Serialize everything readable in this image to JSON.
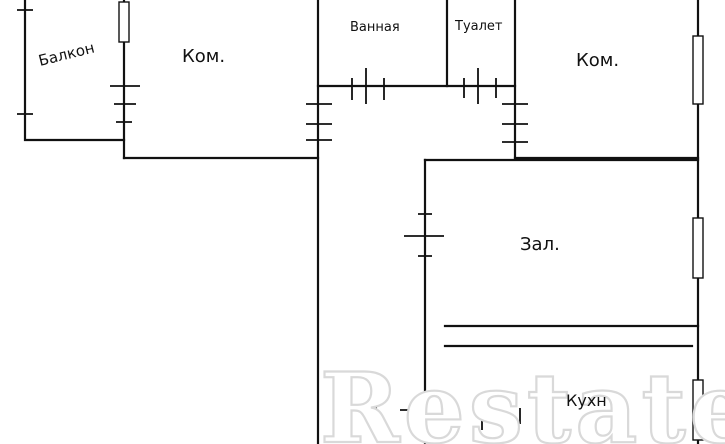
{
  "plan": {
    "rooms": [
      {
        "id": "balcony",
        "label": "Балкон"
      },
      {
        "id": "room-left",
        "label": "Ком."
      },
      {
        "id": "bathroom",
        "label": "Ванная"
      },
      {
        "id": "toilet",
        "label": "Туалет"
      },
      {
        "id": "room-right",
        "label": "Ком."
      },
      {
        "id": "hall",
        "label": "Зал."
      },
      {
        "id": "kitchen",
        "label": "Кухн"
      }
    ],
    "watermark": "Restate"
  },
  "colors": {
    "wall": "#111111",
    "background": "#ffffff",
    "watermark_outline": "#d9d9d9"
  }
}
